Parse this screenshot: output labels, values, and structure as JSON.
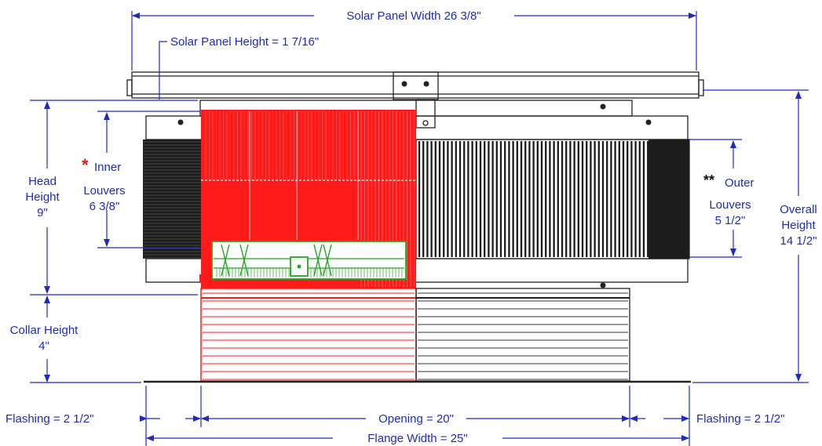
{
  "dimensions": {
    "solar_panel_width": "Solar Panel Width  26 3/8\"",
    "solar_panel_height": "Solar Panel Height = 1 7/16\"",
    "head_height": [
      "Head",
      "Height",
      "9\""
    ],
    "inner_star": "*",
    "inner_louvers": [
      "Inner",
      "Louvers",
      "6 3/8\""
    ],
    "outer_star": "**",
    "outer_louvers": [
      "Outer",
      "Louvers",
      "5 1/2\""
    ],
    "overall_height": [
      "Overall",
      "Height",
      "14 1/2\""
    ],
    "collar_height": [
      "Collar Height",
      "4\""
    ],
    "flashing_left": "Flashing = 2 1/2\"",
    "opening": "Opening = 20\"",
    "flashing_right": "Flashing = 2 1/2\"",
    "flange_width": "Flange Width = 25\""
  },
  "colors": {
    "dimension": "#1f2bbf",
    "inner_cutaway": "#ff1a1a",
    "fan": "#22a822",
    "outline": "#222222",
    "star": "#e81c1c"
  }
}
